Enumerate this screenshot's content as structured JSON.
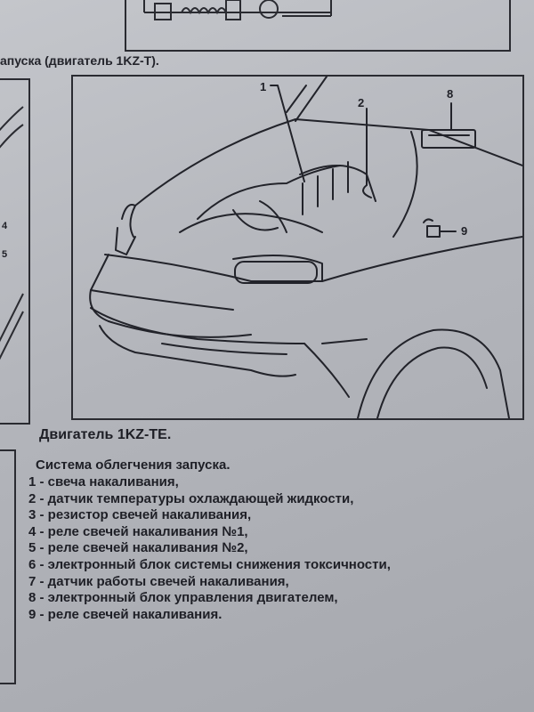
{
  "header": {
    "caption": "апуска (двигатель 1KZ-T)."
  },
  "left_margin_numbers": [
    "4",
    "5"
  ],
  "figure": {
    "callouts": [
      "1",
      "2",
      "8",
      "9"
    ],
    "caption": "Двигатель 1KZ-TE."
  },
  "legend": {
    "title": "Система облегчения запуска.",
    "items": [
      "1 - свеча накаливания,",
      "2 - датчик температуры охлаждающей жидкости,",
      "3 - резистор свечей накаливания,",
      "4 - реле свечей накаливания №1,",
      "5 - реле свечей накаливания №2,",
      "6 - электронный блок системы снижения токсичности,",
      "7 - датчик работы свечей накаливания,",
      "8 - электронный блок управления двигателем,",
      "9 - реле свечей накаливания."
    ]
  }
}
